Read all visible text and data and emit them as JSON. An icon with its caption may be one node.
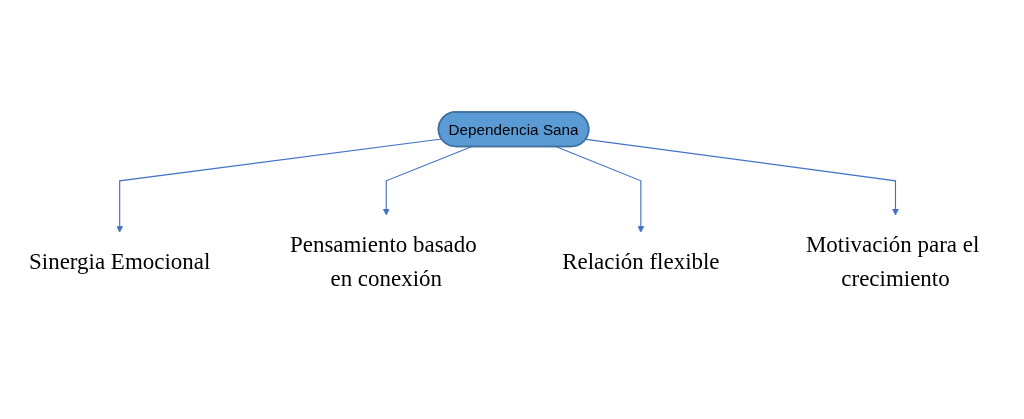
{
  "diagram": {
    "nodes": [
      {
        "text": [
          "Dependencia Sana"
        ]
      },
      {
        "text": [
          "Sinergia Emocional"
        ]
      },
      {
        "text": [
          "Pensamiento basado en conexión"
        ]
      },
      {
        "text": [
          "Relación flexible"
        ]
      },
      {
        "text": [
          "Motivación para el crecimiento"
        ]
      }
    ],
    "edges": [
      {
        "from": 0,
        "to": 1,
        "arrow": "to"
      },
      {
        "from": 0,
        "to": 2,
        "arrow": "to"
      },
      {
        "from": 0,
        "to": 3,
        "arrow": "to"
      },
      {
        "from": 0,
        "to": 4,
        "arrow": "to"
      }
    ]
  }
}
